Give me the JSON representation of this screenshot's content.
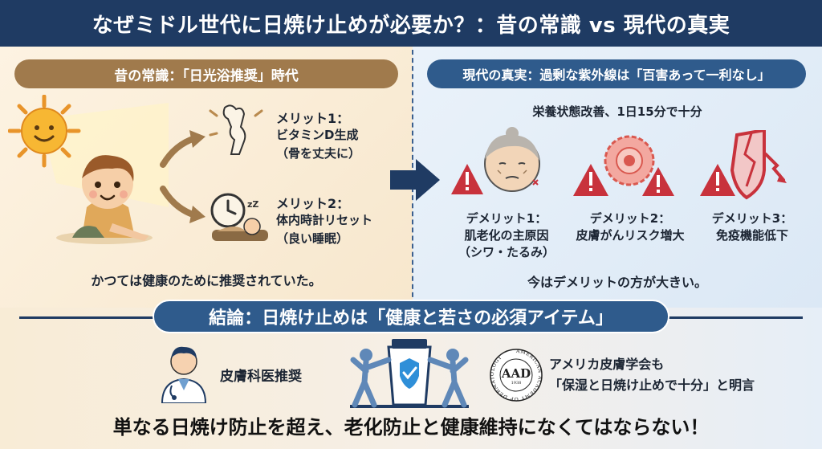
{
  "header": {
    "title": "なぜミドル世代に日焼け止めが必要か？：昔の常識 vs 現代の真実"
  },
  "left": {
    "heading": "昔の常識：「日光浴推奨」時代",
    "merit1": {
      "title": "メリット1：",
      "line1": "ビタミンD生成",
      "line2": "（骨を丈夫に）"
    },
    "merit2": {
      "title": "メリット2：",
      "line1": "体内時計リセット",
      "line2": "（良い睡眠）"
    },
    "caption": "かつては健康のために推奨されていた。"
  },
  "right": {
    "heading": "現代の真実：過剰な紫外線は「百害あって一利なし」",
    "subheading": "栄養状態改善、1日15分で十分",
    "demerits": [
      {
        "title": "デメリット1：",
        "line1": "肌老化の主原因",
        "line2": "（シワ・たるみ）"
      },
      {
        "title": "デメリット2：",
        "line1": "皮膚がんリスク増大"
      },
      {
        "title": "デメリット3：",
        "line1": "免疫機能低下"
      }
    ],
    "caption": "今はデメリットの方が大きい。"
  },
  "conclusion": {
    "text": "結論：日焼け止めは「健康と若さの必須アイテム」"
  },
  "bottom": {
    "doctor_label": "皮膚科医推奨",
    "aad_logo_text": "AAD",
    "aad_ring_text": "AMERICAN ACADEMY OF DERMATOLOGY",
    "aad_year": "1938",
    "aad_line1": "アメリカ皮膚学会も",
    "aad_line2": "「保湿と日焼け止めで十分」と明言",
    "final": "単なる日焼け防止を超え、老化防止と健康維持になくてはならない！"
  },
  "colors": {
    "navy": "#1f3b63",
    "brown": "#a07a4c",
    "blue": "#2f5b8c",
    "warning_red": "#c8323c",
    "sun": "#f4a72a"
  }
}
